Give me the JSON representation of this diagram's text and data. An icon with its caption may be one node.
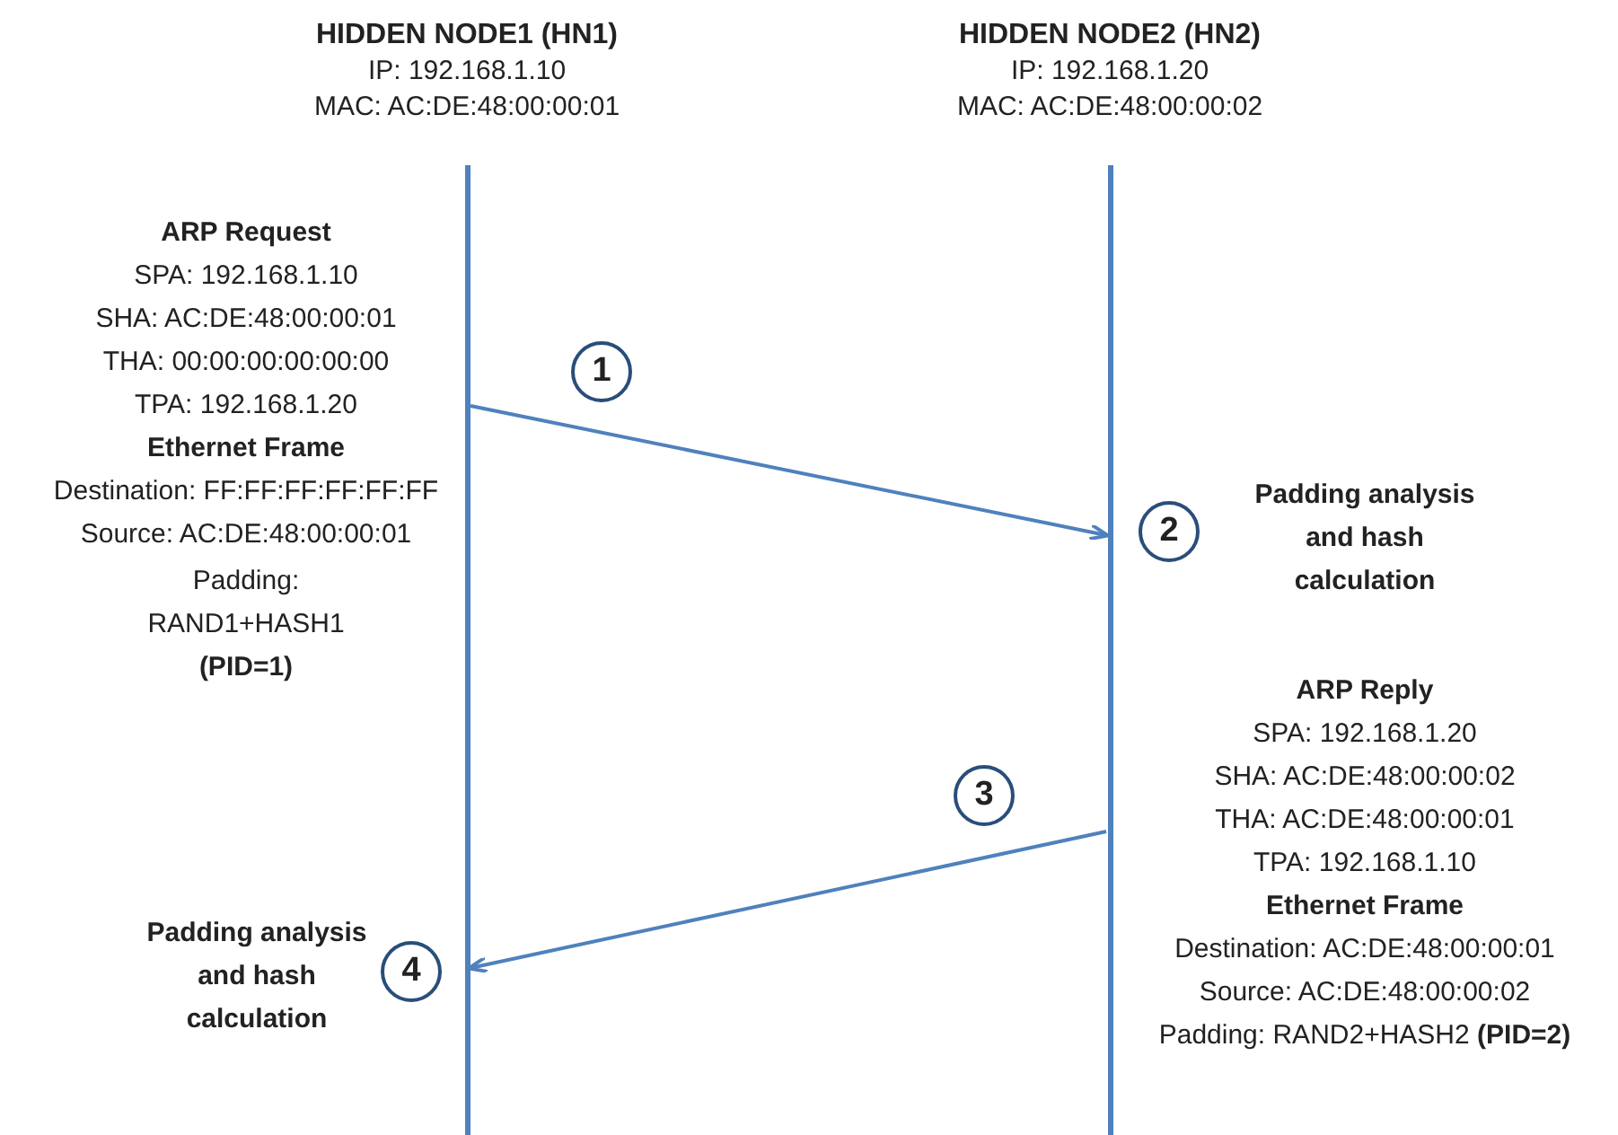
{
  "diagram": {
    "nodes": [
      {
        "text": [
          "HIDDEN NODE1 (HN1)",
          "IP:  192.168.1.10",
          "MAC: AC:DE:48:00:00:01"
        ]
      },
      {
        "text": [
          "HIDDEN NODE2 (HN2)",
          "IP:  192.168.1.20",
          "MAC: AC:DE:48:00:00:02"
        ]
      },
      {
        "text": [
          "1"
        ]
      },
      {
        "text": [
          "2"
        ],
        "beside": [
          "Padding analysis and hash calculation"
        ]
      },
      {
        "text": [
          "3"
        ]
      },
      {
        "text": [
          "4"
        ],
        "beside": [
          "Padding analysis and hash calculation"
        ]
      }
    ],
    "edges": [
      {
        "from": 0,
        "to": 1,
        "arrow": "to"
      },
      {
        "from": 1,
        "to": 0,
        "arrow": "to"
      }
    ],
    "labels": [
      "ARP Request",
      "SPA:  192.168.1.10",
      "SHA: AC:DE:48:00:00:01",
      "THA: 00:00:00:00:00:00",
      "TPA: 192.168.1.20",
      "Ethernet Frame",
      "Destination: FF:FF:FF:FF:FF:FF",
      "Source: AC:DE:48:00:00:01",
      "Padding: RAND1+HASH1 **(PID=1)**",
      "ARP Reply",
      "SPA:  192.168.1.20",
      "SHA: AC:DE:48:00:00:02",
      "THA: AC:DE:48:00:00:01",
      "TPA: 192.168.1.10",
      "Ethernet Frame",
      "Destination: AC:DE:48:00:00:01",
      "Source: AC:DE:48:00:00:02",
      "Padding: RAND2+HASH2 **(PID=2)**"
    ]
  }
}
